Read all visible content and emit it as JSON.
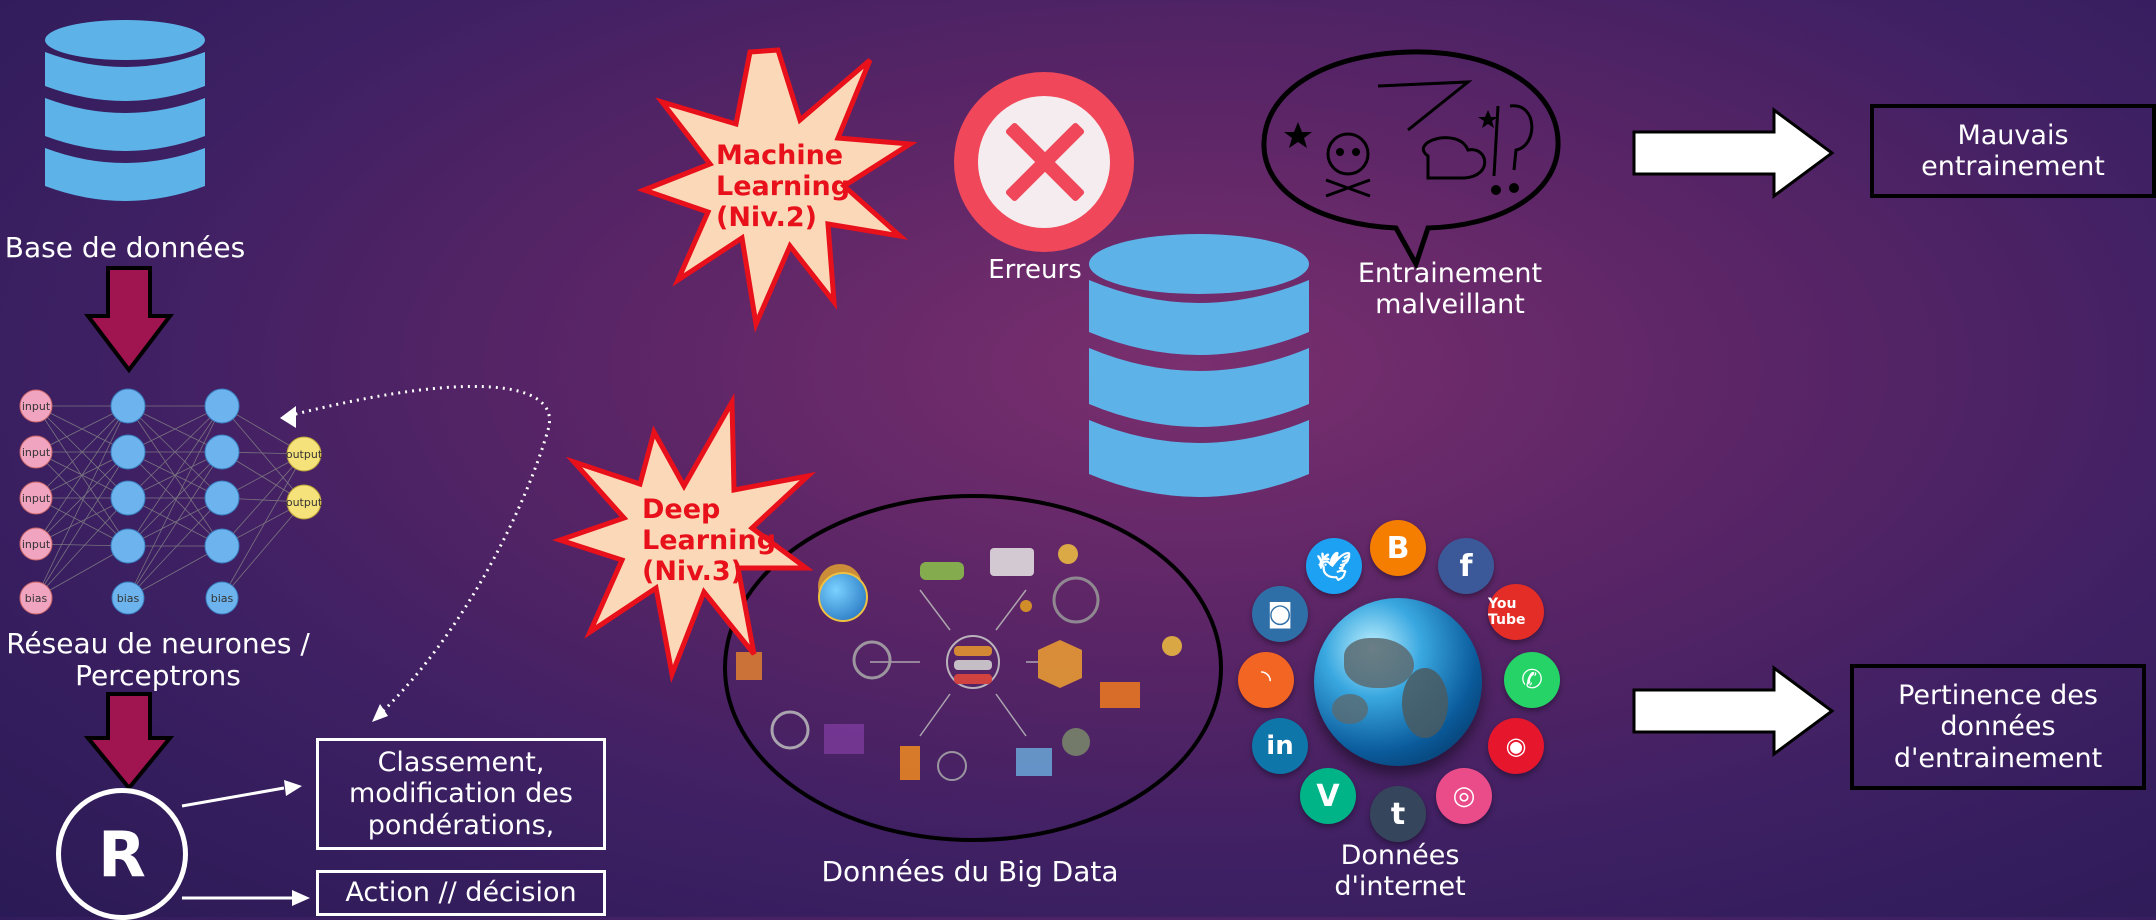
{
  "left": {
    "database_label": "Base de données",
    "network_label": "Réseau de neurones / Perceptrons",
    "network_nodes": {
      "input": "input",
      "bias": "bias",
      "output": "output"
    },
    "result_letter": "R",
    "output_box_1": "Classement, modification des pondérations,",
    "output_box_2": "Action // décision"
  },
  "middle": {
    "ml_burst": "Machine Learning (Niv.2)",
    "dl_burst": "Deep Learning (Niv.3)",
    "errors_label": "Erreurs",
    "malicious_label": "Entrainement malveillant",
    "bigdata_label": "Données du Big Data",
    "internet_label": "Données d'internet"
  },
  "right": {
    "result_top": "Mauvais entrainement",
    "result_bottom": "Pertinence des données d'entrainement"
  },
  "colors": {
    "database": "#5db3e8",
    "arrow": "#a0144f",
    "burst_fill": "#fbd9b8",
    "burst_stroke": "#e8101a",
    "error_red": "#f0485a"
  },
  "icons": {
    "social": [
      "twitter-icon",
      "blogger-icon",
      "facebook-icon",
      "instagram-icon",
      "youtube-icon",
      "rss-icon",
      "whatsapp-icon",
      "linkedin-icon",
      "weibo-icon",
      "vine-icon",
      "tumblr-icon",
      "dribbble-icon"
    ]
  }
}
